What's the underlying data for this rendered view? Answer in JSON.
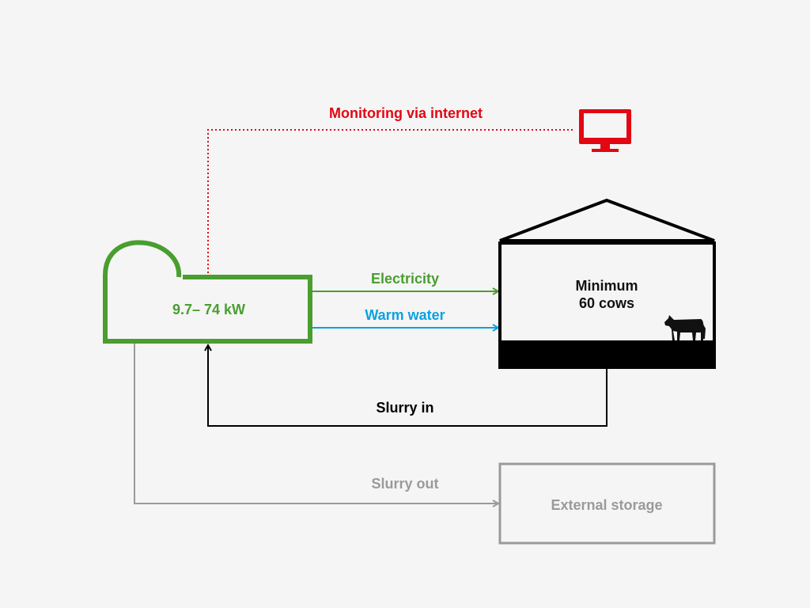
{
  "colors": {
    "digester": "#4a9e2f",
    "electricity": "#4a9e2f",
    "warm_water": "#0aa2e0",
    "monitoring": "#e30613",
    "slurry_in": "#000000",
    "slurry_out": "#9a9a9a",
    "storage": "#9a9a9a",
    "barn": "#000000",
    "background": "#f5f5f5"
  },
  "labels": {
    "monitoring": "Monitoring via internet",
    "power_output": "9.7– 74 kW",
    "electricity": "Electricity",
    "warm_water": "Warm water",
    "barn_line1": "Minimum",
    "barn_line2": "60 cows",
    "slurry_in": "Slurry in",
    "slurry_out": "Slurry out",
    "external_storage": "External storage"
  },
  "icons": {
    "monitor": "monitor-icon",
    "cow": "cow-icon"
  }
}
